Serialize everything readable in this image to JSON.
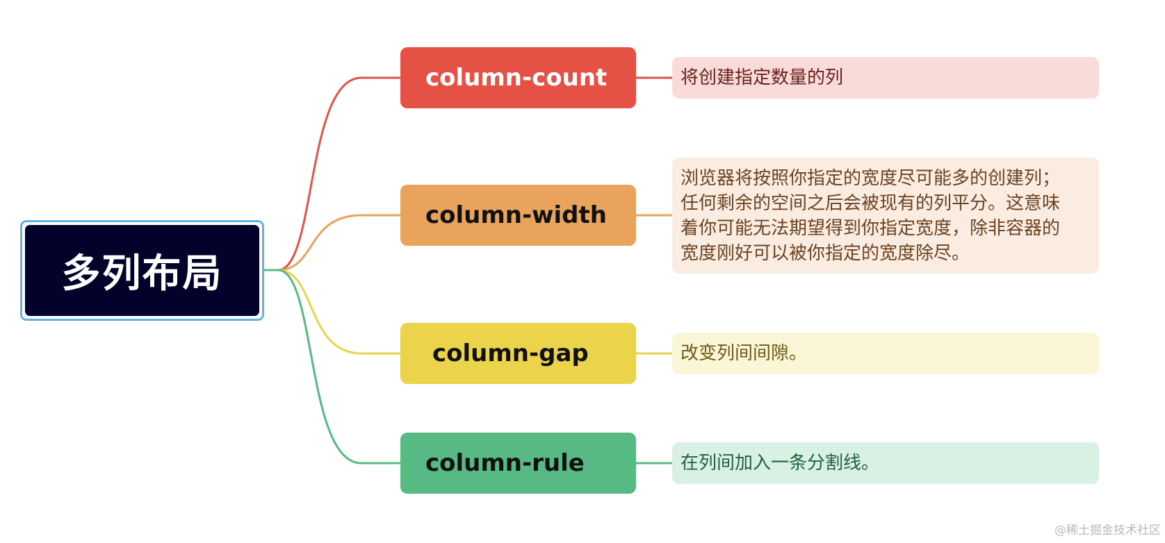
{
  "root": {
    "label": "多列布局",
    "border_color": "#5db3ea",
    "fill_color": "#02022a"
  },
  "branches": [
    {
      "topic": "column-count",
      "note": "将创建指定数量的列",
      "color": "#e55145",
      "text_color": "#ffffff",
      "note_bg": "#f9dcda",
      "note_text_color": "#6a1f1a"
    },
    {
      "topic": "column-width",
      "note": "浏览器将按照你指定的宽度尽可能多的创建列；\n任何剩余的空间之后会被现有的列平分。这意味\n着你可能无法期望得到你指定宽度，除非容器的\n宽度刚好可以被你指定的宽度除尽。",
      "color": "#eaa35c",
      "text_color": "#111111",
      "note_bg": "#fbece1",
      "note_text_color": "#6b4322"
    },
    {
      "topic": "column-gap",
      "note": "改变列间间隙。",
      "color": "#ecd34c",
      "text_color": "#111111",
      "note_bg": "#fcf6d8",
      "note_text_color": "#6b5a14"
    },
    {
      "topic": "column-rule",
      "note": "在列间加入一条分割线。",
      "color": "#57b983",
      "text_color": "#111111",
      "note_bg": "#d8f1e4",
      "note_text_color": "#22613f"
    }
  ],
  "watermark": "@稀土掘金技术社区"
}
